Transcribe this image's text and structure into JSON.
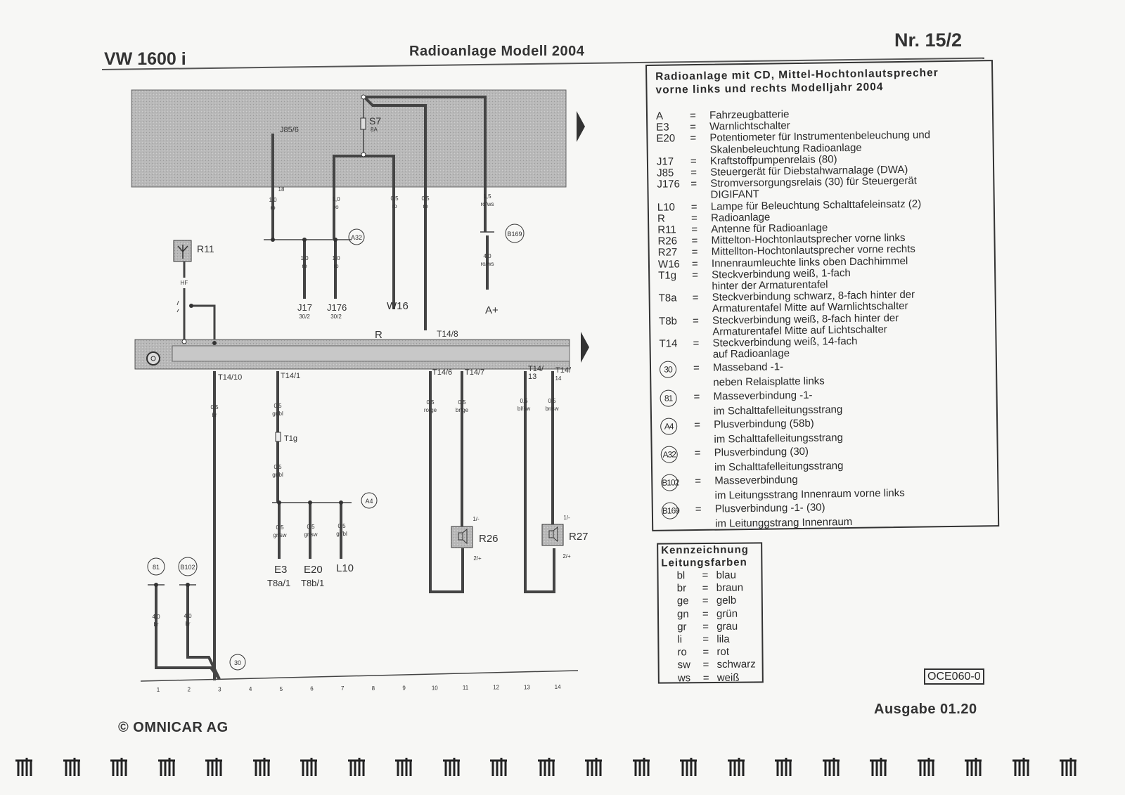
{
  "header": {
    "model": "VW 1600 i",
    "title": "Radioanlage Modell 2004",
    "number": "Nr. 15/2"
  },
  "diagram": {
    "component_R": "R",
    "J85_6": "J85/6",
    "pin18": "18",
    "S7": "S7",
    "S7_rating": "8A",
    "w_j85_size": "1,0",
    "w_j85_color": "ro",
    "w_a32_size": "1,0",
    "w_a32_color": "ro",
    "w_w16_size": "0,5",
    "w_w16_color": "ro",
    "w_t148_size": "0,5",
    "w_t148_color": "ro",
    "w_aplus_top_size": "1,5",
    "w_aplus_top_color": "ro/ws",
    "w_aplus_bot_size": "4,0",
    "w_aplus_bot_color": "ro/ws",
    "w_j17_size": "1,0",
    "w_j17_color": "ro",
    "w_j176_size": "1,0",
    "w_j176_color": "ro",
    "J17": "J17",
    "J17_pin": "30/2",
    "J176": "J176",
    "J176_pin": "30/2",
    "W16": "W16",
    "Aplus": "A+",
    "A32": "A32",
    "B169": "B169",
    "R11": "R11",
    "HF": "HF",
    "T14_8": "T14/8",
    "T14_10": "T14/10",
    "T14_1": "T14/1",
    "T14_6": "T14/6",
    "T14_7": "T14/7",
    "T14_13": "T14/\n13",
    "T14_13a": "T14/",
    "T14_13b": "13",
    "T14_14a": "T14/",
    "T14_14b": "14",
    "w_t1410_size": "0,5",
    "w_t1410_color": "br",
    "w_t141_size": "0,5",
    "w_t141_color": "gr/bl",
    "T1g": "T1g",
    "w_t1g_size": "0,5",
    "w_t1g_color": "gr/bl",
    "A4": "A4",
    "w_e3_size": "0,5",
    "w_e3_color": "gr/sw",
    "w_e20_size": "0,5",
    "w_e20_color": "gr/sw",
    "w_l10_size": "0,5",
    "w_l10_color": "gr/bl",
    "E3": "E3",
    "E20": "E20",
    "L10": "L10",
    "T8a_1": "T8a/1",
    "T8b_1": "T8b/1",
    "w_t146_size": "0,5",
    "w_t146_color": "ro/ge",
    "w_t147_size": "0,5",
    "w_t147_color": "br/ge",
    "w_t1413_size": "0,5",
    "w_t1413_color": "bl/sw",
    "w_t1414_size": "0,5",
    "w_t1414_color": "br/sw",
    "R26": "R26",
    "R27": "R27",
    "pin_neg": "1/-",
    "pin_pos": "2/+",
    "G81": "81",
    "B102": "B102",
    "G30": "30",
    "w_81_size": "4,0",
    "w_81_color": "br",
    "w_b102_size": "4,0",
    "w_b102_color": "br",
    "track_numbers": [
      "1",
      "2",
      "3",
      "4",
      "5",
      "6",
      "7",
      "8",
      "9",
      "10",
      "11",
      "12",
      "13",
      "14"
    ]
  },
  "legend": {
    "title_line1": "Radioanlage  mit  CD,  Mittel-Hochtonlautsprecher",
    "title_line2": "vorne  links  und  rechts  Modelljahr  2004",
    "entries": [
      {
        "code": "A",
        "lines": [
          "Fahrzeugbatterie"
        ]
      },
      {
        "code": "E3",
        "lines": [
          "Warnlichtschalter"
        ]
      },
      {
        "code": "E20",
        "lines": [
          "Potentiometer für Instrumentenbeleuchung und",
          "Skalenbeleuchtung Radioanlage"
        ]
      },
      {
        "code": "J17",
        "lines": [
          "Kraftstoffpumpenrelais (80)"
        ]
      },
      {
        "code": "J85",
        "lines": [
          "Steuergerät für Diebstahwarnalage (DWA)"
        ]
      },
      {
        "code": "J176",
        "lines": [
          "Stromversorgungsrelais (30) für Steuergerät",
          "DIGIFANT"
        ]
      },
      {
        "code": "L10",
        "lines": [
          "Lampe für Beleuchtung Schalttafeleinsatz (2)"
        ]
      },
      {
        "code": "R",
        "lines": [
          "Radioanlage"
        ]
      },
      {
        "code": "R11",
        "lines": [
          "Antenne für Radioanlage"
        ]
      },
      {
        "code": "R26",
        "lines": [
          "Mittelton-Hochtonlautsprecher vorne links"
        ]
      },
      {
        "code": "R27",
        "lines": [
          "Mittellton-Hochtonlautsprecher vorne rechts"
        ]
      },
      {
        "code": "W16",
        "lines": [
          "Innenraumleuchte links oben Dachhimmel"
        ]
      },
      {
        "code": "T1g",
        "lines": [
          "Steckverbindung weiß, 1-fach",
          "hinter der Armaturentafel"
        ]
      },
      {
        "code": "T8a",
        "lines": [
          "Steckverbindung schwarz, 8-fach hinter der",
          "Armaturentafel Mitte auf Warnlichtschalter"
        ]
      },
      {
        "code": "T8b",
        "lines": [
          "Steckverbindung weiß, 8-fach hinter der",
          "Armaturentafel Mitte auf  Lichtschalter"
        ]
      },
      {
        "code": "T14",
        "lines": [
          "Steckverbindung  weiß, 14-fach",
          "auf Radioanlage"
        ]
      }
    ],
    "circled": [
      {
        "code": "30",
        "lines": [
          "Masseband -1-",
          "neben Relaisplatte links"
        ]
      },
      {
        "code": "81",
        "lines": [
          "Masseverbindung -1-",
          "im Schalttafelleitungsstrang"
        ]
      },
      {
        "code": "A4",
        "lines": [
          "Plusverbindung (58b)",
          "im Schalttafelleitungsstrang"
        ]
      },
      {
        "code": "A32",
        "lines": [
          "Plusverbindung (30)",
          "im Schalttafelleitungsstrang"
        ]
      },
      {
        "code": "B102",
        "lines": [
          "Masseverbindung",
          "im Leitungsstrang Innenraum vorne links"
        ]
      },
      {
        "code": "B169",
        "lines": [
          "Plusverbindung  -1- (30)",
          "im Leitunggstrang Innenraum"
        ]
      }
    ],
    "eq": "="
  },
  "colors": {
    "title_line1": "Kennzeichnung",
    "title_line2": "Leitungsfarben",
    "entries": [
      {
        "code": "bl",
        "name": "blau"
      },
      {
        "code": "br",
        "name": "braun"
      },
      {
        "code": "ge",
        "name": "gelb"
      },
      {
        "code": "gn",
        "name": "grün"
      },
      {
        "code": "gr",
        "name": "grau"
      },
      {
        "code": "li",
        "name": "lila"
      },
      {
        "code": "ro",
        "name": "rot"
      },
      {
        "code": "sw",
        "name": "schwarz"
      },
      {
        "code": "ws",
        "name": "weiß"
      }
    ]
  },
  "footer": {
    "code": "OCE060-0",
    "edition": "Ausgabe 01.20",
    "copyright": "© OMNICAR AG"
  },
  "palette": {
    "ink": "#333333",
    "panel": "#b8b8b8",
    "paper": "#f7f7f5"
  }
}
